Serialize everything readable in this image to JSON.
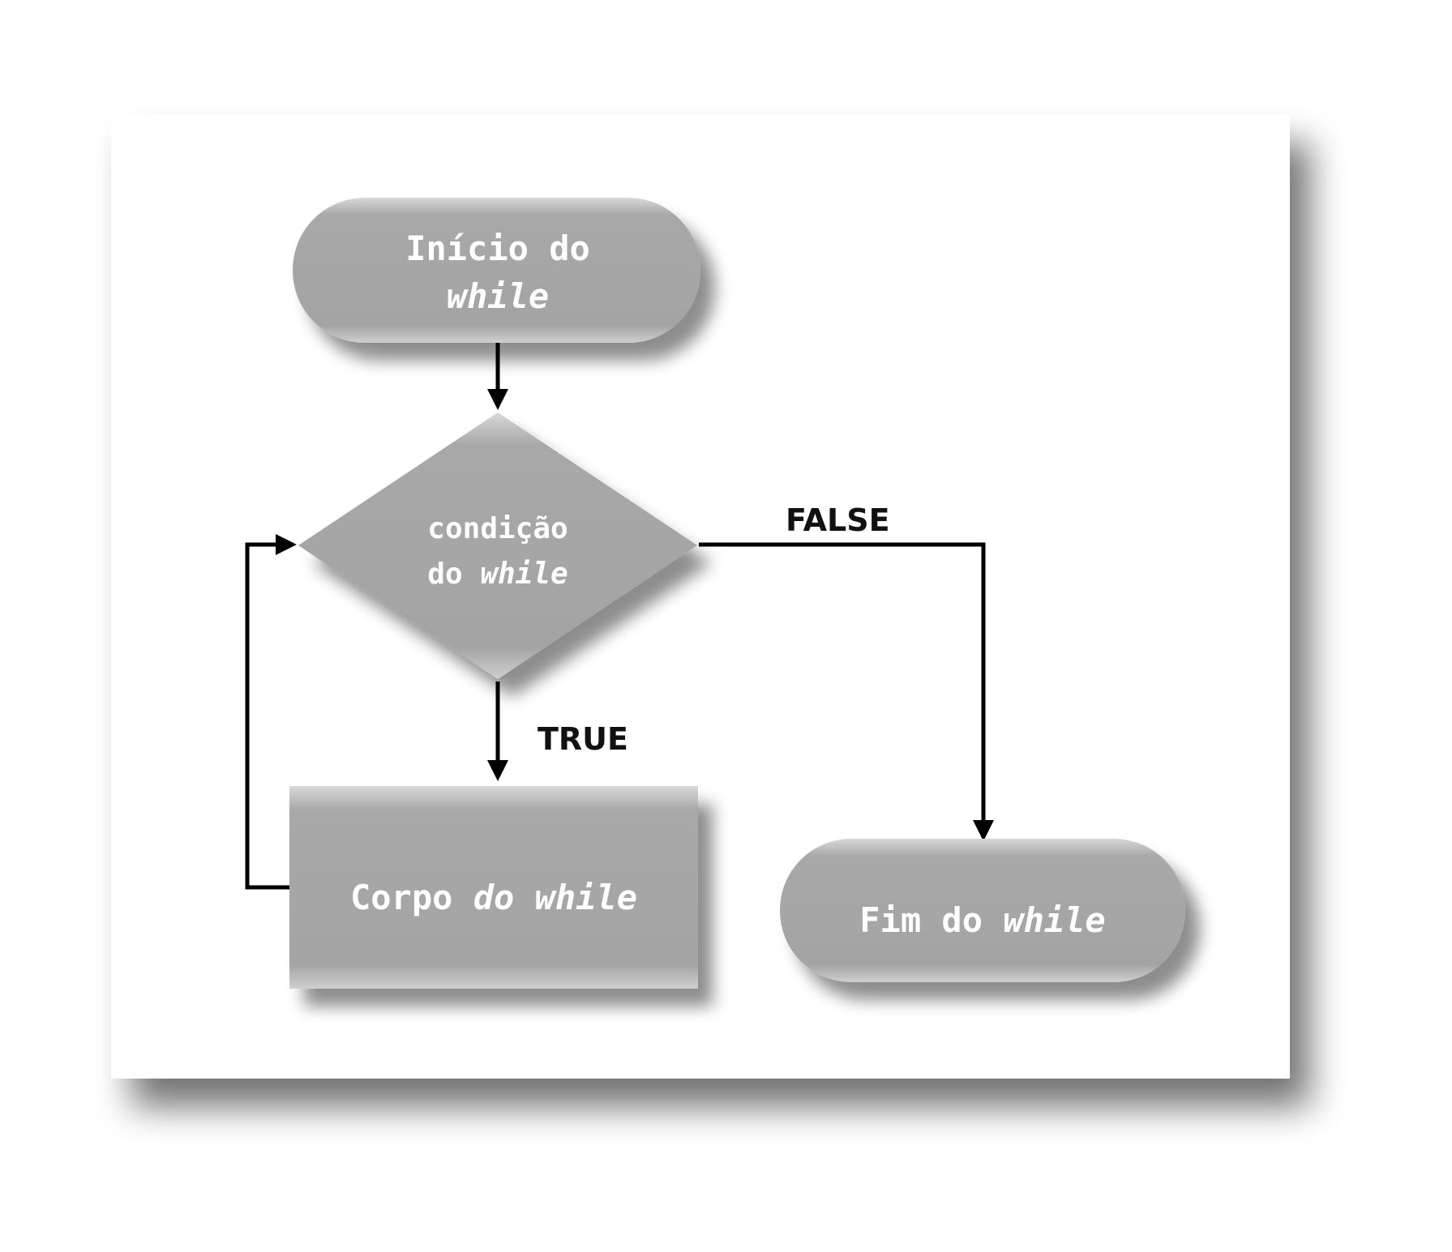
{
  "nodes": {
    "start": {
      "line1": "Início do",
      "line2": "while"
    },
    "condition": {
      "line1": "condição",
      "line2_a": "do ",
      "line2_b": "while"
    },
    "body": {
      "a": "Corpo ",
      "b": "do while"
    },
    "end": {
      "a": "Fim do ",
      "b": "while"
    }
  },
  "edges": {
    "true_label": "TRUE",
    "false_label": "FALSE"
  },
  "colors": {
    "shape_fill": "#a6a6a6",
    "line": "#000000",
    "text": "#ffffff"
  }
}
